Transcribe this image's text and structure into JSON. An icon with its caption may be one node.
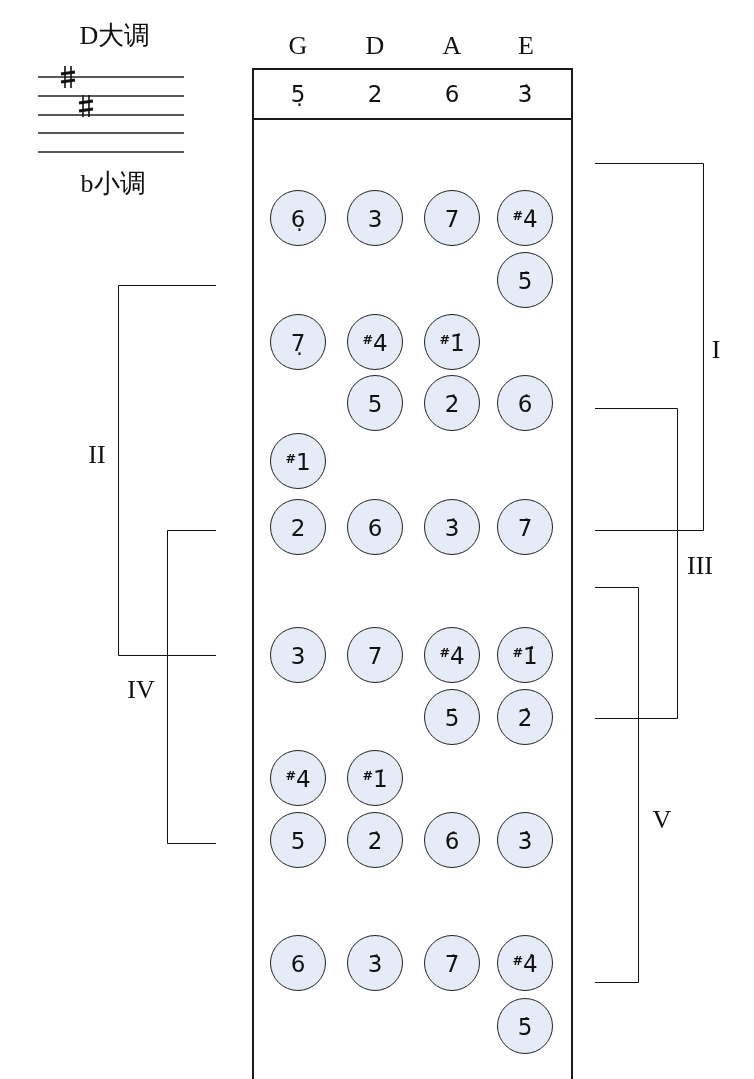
{
  "diagram": {
    "nodes": [
      {
        "text": [
          "5̣",
          "2",
          "6",
          "3̇"
        ]
      },
      {
        "text": [
          "6̣"
        ],
        "in": 0
      },
      {
        "text": [
          "3"
        ],
        "in": 0
      },
      {
        "text": [
          "7"
        ],
        "in": 0
      },
      {
        "text": [
          "$^{#}$4̇"
        ],
        "in": 0
      },
      {
        "text": [
          "5̇"
        ],
        "in": 0
      },
      {
        "text": [
          "7̣"
        ],
        "in": 0
      },
      {
        "text": [
          "$^{#}$4"
        ],
        "in": 0
      },
      {
        "text": [
          "$^{#}$1̇"
        ],
        "in": 0
      },
      {
        "text": [
          "5"
        ],
        "in": 0
      },
      {
        "text": [
          "2̇"
        ],
        "in": 0
      },
      {
        "text": [
          "6̇"
        ],
        "in": 0
      },
      {
        "text": [
          "$^{#}$1"
        ],
        "in": 0
      },
      {
        "text": [
          "2"
        ],
        "in": 0
      },
      {
        "text": [
          "6"
        ],
        "in": 0
      },
      {
        "text": [
          "3̇"
        ],
        "in": 0
      },
      {
        "text": [
          "7̇"
        ],
        "in": 0
      },
      {
        "text": [
          "3"
        ],
        "in": 0
      },
      {
        "text": [
          "7"
        ],
        "in": 0
      },
      {
        "text": [
          "$^{#}$4̇"
        ],
        "in": 0
      },
      {
        "text": [
          "$^{#}$1̇̇"
        ],
        "in": 0
      },
      {
        "text": [
          "5̇"
        ],
        "in": 0
      },
      {
        "text": [
          "2̇̇"
        ],
        "in": 0
      },
      {
        "text": [
          "$^{#}$4"
        ],
        "in": 0
      },
      {
        "text": [
          "$^{#}$1̇"
        ],
        "in": 0
      },
      {
        "text": [
          "5"
        ],
        "in": 0
      },
      {
        "text": [
          "2̇"
        ],
        "in": 0
      },
      {
        "text": [
          "6̇"
        ],
        "in": 0
      },
      {
        "text": [
          "3̇̇"
        ],
        "in": 0
      },
      {
        "text": [
          "6"
        ],
        "in": 0
      },
      {
        "text": [
          "3̇"
        ],
        "in": 0
      },
      {
        "text": [
          "7̇"
        ],
        "in": 0
      },
      {
        "text": [
          "$^{#}$4̇̇"
        ],
        "in": 0
      },
      {
        "text": [
          "5̇̇"
        ],
        "in": 0
      }
    ],
    "labels": [
      "D大调",
      "G",
      "D",
      "A",
      "E",
      "b小调",
      "I",
      "II",
      "III",
      "IV",
      "V"
    ]
  }
}
